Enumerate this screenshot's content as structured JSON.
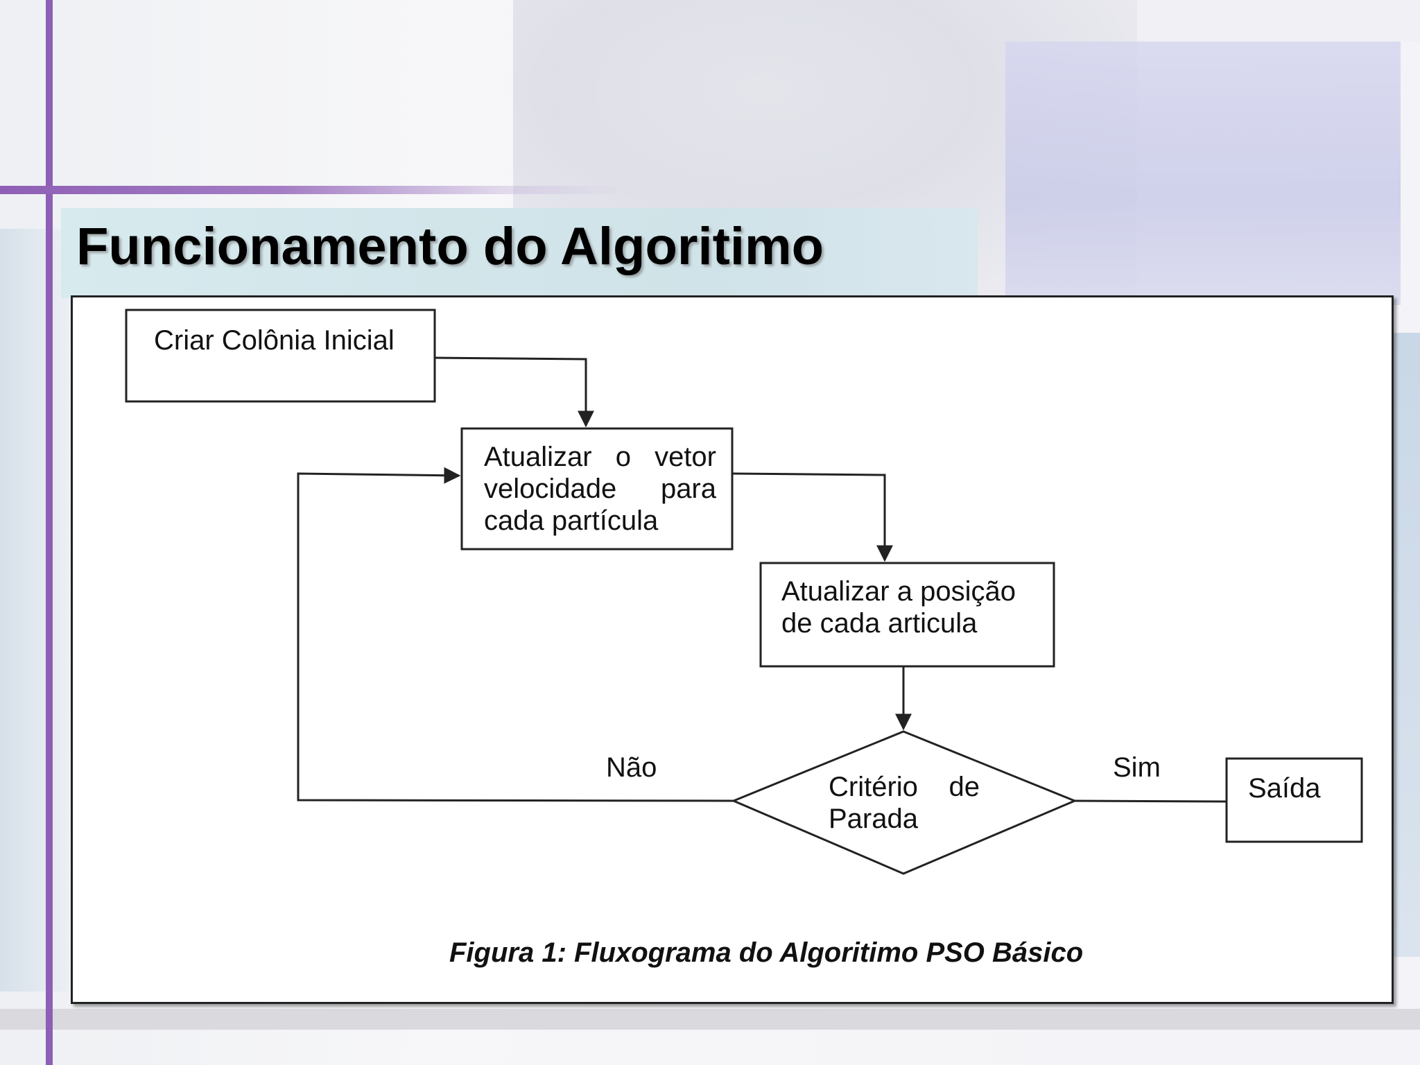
{
  "slide": {
    "title": "Funcionamento do Algoritimo"
  },
  "flowchart": {
    "nodes": {
      "start": "Criar Colônia Inicial",
      "update_velocity": "Atualizar o vetor velocidade para cada partícula",
      "update_position": "Atualizar a posição de cada articula",
      "decision": "Critério de Parada",
      "output": "Saída"
    },
    "edge_labels": {
      "no": "Não",
      "yes": "Sim"
    },
    "caption": "Figura 1: Fluxograma do Algoritimo PSO Básico"
  },
  "colors": {
    "accent_purple": "#8e5fb5",
    "title_band": "#d7eaee",
    "stroke": "#222222"
  }
}
